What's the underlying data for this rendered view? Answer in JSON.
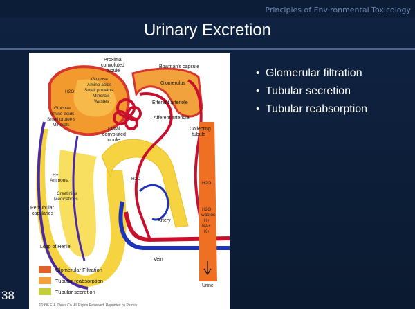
{
  "header": {
    "course_title": "Principles of Environmental Toxicology"
  },
  "slide": {
    "title": "Urinary Excretion",
    "page_number": "38"
  },
  "bullets": [
    "Glomerular filtration",
    "Tubular secretion",
    "Tubular reabsorption"
  ],
  "figure": {
    "labels": {
      "proximal": "Proximal",
      "convoluted": "convoluted",
      "tubule": "tubule",
      "bowmans_capsule": "Bowman's capsule",
      "glomerulus": "Glomerulus",
      "efferent_arteriole": "Efferent arteriole",
      "afferent_arteriole": "Afferent arteriole",
      "collecting": "Collecting",
      "collecting_tubule": "tubule",
      "distal": "Distal",
      "distal_convoluted": "convoluted",
      "distal_tubule": "tubule",
      "h2o": "H2O",
      "glucose": "Glucose",
      "amino_acids": "Amino acids",
      "small_proteins": "Small proteins",
      "minerals": "Minerals",
      "wastes": "Wastes",
      "h_plus": "H+",
      "ammonia": "Ammonia",
      "creatinine": "Creatinine",
      "medications": "Medications",
      "peritubular": "Peritubular",
      "capillaries": "capillaries",
      "loop_of_henle": "Loop of Henle",
      "artery": "Artery",
      "vein": "Vein",
      "urine": "Urine",
      "wastes_lower": "wastes",
      "na_plus": "NA+",
      "k_plus": "K+"
    },
    "legend": [
      {
        "label": "Glomerular Filtration",
        "color": "#e0622a"
      },
      {
        "label": "Tubular reabsorption",
        "color": "#f2a23c"
      },
      {
        "label": "Tubular secretion",
        "color": "#c4cd3a"
      }
    ],
    "copyright": "©1996 F. A. Davis Co. All Rights Reserved. Reprinted by Permis"
  }
}
